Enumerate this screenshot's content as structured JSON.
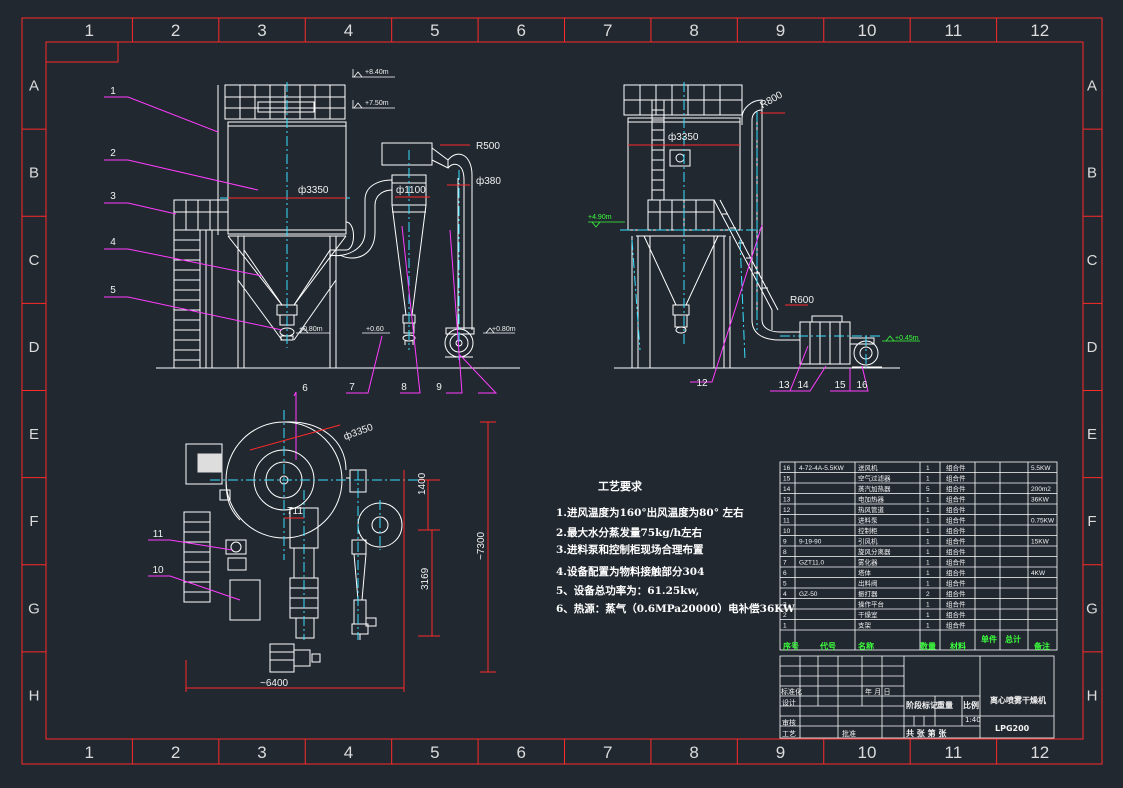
{
  "zones": {
    "columns": [
      "1",
      "2",
      "3",
      "4",
      "5",
      "6",
      "7",
      "8",
      "9",
      "10",
      "11",
      "12"
    ],
    "rows": [
      "A",
      "B",
      "C",
      "D",
      "E",
      "F",
      "G",
      "H"
    ]
  },
  "labels": {
    "front_diameter": "ф3350",
    "cyclone_diameter": "ф1100",
    "duct_radius_front": "R500",
    "duct_diameter": "ф380",
    "level_top": "+8.40m",
    "level_platform": "+7.50m",
    "level_bottom_outlet": "+0.80m",
    "level_cyclone_outlet": "+0.60",
    "level_fan": "+0.80m",
    "side_diameter": "ф3350",
    "side_radius_top": "R800",
    "side_radius_low": "R600",
    "side_level_platform": "+4.90m",
    "side_level_heater": "+0.45m",
    "plan_diameter": "ф3350",
    "plan_dim_1400": "1400",
    "plan_dim_3169": "3169",
    "plan_dim_7300": "~7300",
    "plan_dim_6400": "~6400",
    "plan_dim_711": "711"
  },
  "callouts": [
    "1",
    "2",
    "3",
    "4",
    "5",
    "6",
    "7",
    "8",
    "9",
    "10",
    "11",
    "12",
    "13",
    "14",
    "15",
    "16"
  ],
  "requirements": {
    "title": "工艺要求",
    "items": [
      "1.进风温度为160°出风温度为80° 左右",
      "2.最大水分蒸发量75kg/h左右",
      "3.进料泵和控制柜现场合理布置",
      "4.设备配置为物料接触部分304",
      "5、设备总功率为：61.25kw,",
      "6、热源：蒸气（0.6MPa20000）电补偿36KW"
    ]
  },
  "bom": {
    "rows": [
      {
        "no": "16",
        "code": "4-72-4A-5.5KW",
        "name": "送风机",
        "qty": "1",
        "mat": "组合件",
        "note": "5.5KW"
      },
      {
        "no": "15",
        "code": "",
        "name": "空气过滤器",
        "qty": "1",
        "mat": "组合件",
        "note": ""
      },
      {
        "no": "14",
        "code": "",
        "name": "蒸汽加热器",
        "qty": "5",
        "mat": "组合件",
        "note": "200m2"
      },
      {
        "no": "13",
        "code": "",
        "name": "电加热器",
        "qty": "1",
        "mat": "组合件",
        "note": "36KW"
      },
      {
        "no": "12",
        "code": "",
        "name": "热风管道",
        "qty": "1",
        "mat": "组合件",
        "note": ""
      },
      {
        "no": "11",
        "code": "",
        "name": "进料泵",
        "qty": "1",
        "mat": "组合件",
        "note": "0.75KW"
      },
      {
        "no": "10",
        "code": "",
        "name": "控制柜",
        "qty": "1",
        "mat": "组合件",
        "note": ""
      },
      {
        "no": "9",
        "code": "9-19-90",
        "name": "引风机",
        "qty": "1",
        "mat": "组合件",
        "note": "15KW"
      },
      {
        "no": "8",
        "code": "",
        "name": "旋风分离器",
        "qty": "1",
        "mat": "组合件",
        "note": ""
      },
      {
        "no": "7",
        "code": "GZT11.0",
        "name": "雾化器",
        "qty": "1",
        "mat": "组合件",
        "note": ""
      },
      {
        "no": "6",
        "code": "",
        "name": "塔体",
        "qty": "1",
        "mat": "组合件",
        "note": "4KW"
      },
      {
        "no": "5",
        "code": "",
        "name": "出料阀",
        "qty": "1",
        "mat": "组合件",
        "note": ""
      },
      {
        "no": "4",
        "code": "GZ-50",
        "name": "振打器",
        "qty": "2",
        "mat": "组合件",
        "note": ""
      },
      {
        "no": "3",
        "code": "",
        "name": "操作平台",
        "qty": "1",
        "mat": "组合件",
        "note": ""
      },
      {
        "no": "2",
        "code": "",
        "name": "干燥室",
        "qty": "1",
        "mat": "组合件",
        "note": ""
      },
      {
        "no": "1",
        "code": "",
        "name": "支架",
        "qty": "1",
        "mat": "组合件",
        "note": ""
      }
    ],
    "headers": [
      "序号",
      "代号",
      "名称",
      "数量",
      "材料",
      "单件",
      "总计",
      "备注"
    ]
  },
  "title_block": {
    "name": "离心喷雾干燥机",
    "drawing_no": "LPG200",
    "scale": "1:40",
    "stage_label": "阶段标记",
    "weight_label": "重量",
    "scale_label": "比例",
    "sheet_label": "共  张   第  张",
    "design": "设计",
    "check": "审核",
    "process": "工艺",
    "approve": "批准",
    "standard": "标准化",
    "date": "年 月 日"
  },
  "colors": {
    "background": "#212830",
    "frame": "#ff2a2a",
    "equipment": "#ffffff",
    "centerline": "#39e0ff",
    "leader": "#ff3cff",
    "text_green": "#3cff3c",
    "dimension_red": "#ff2a2a"
  }
}
